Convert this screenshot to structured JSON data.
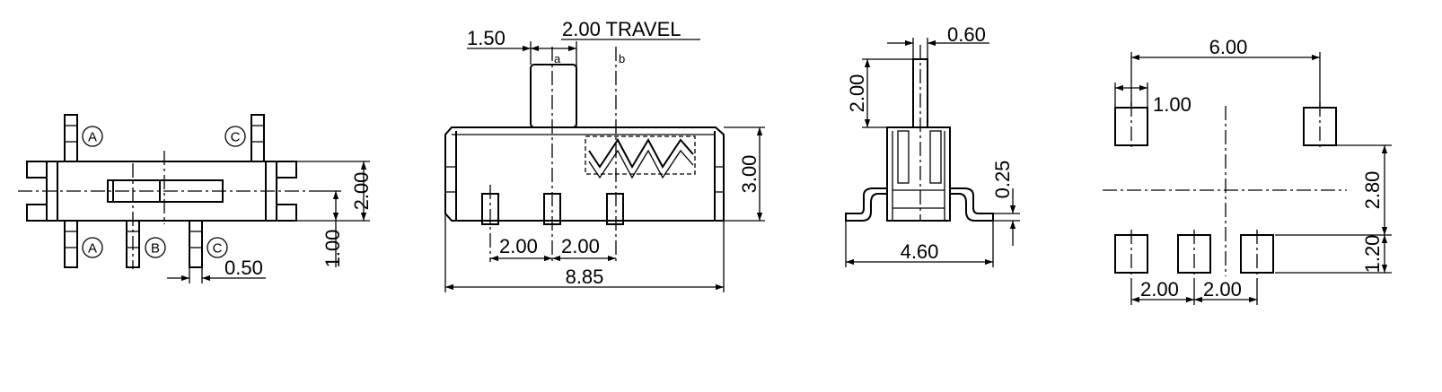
{
  "views": {
    "top": {
      "pin_labels": {
        "a_top": "A",
        "c_top": "C",
        "a_bottom": "A",
        "b_bottom": "B",
        "c_bottom": "C"
      },
      "dims": {
        "height": "2.00",
        "pin_offset": "1.00",
        "pin_width": "0.50"
      }
    },
    "front": {
      "dims": {
        "actuator": "1.50",
        "travel": "2.00 TRAVEL",
        "height": "3.00",
        "pitch_1": "2.00",
        "pitch_2": "2.00",
        "length": "8.85"
      },
      "positions": {
        "a": "a",
        "b": "b"
      }
    },
    "side": {
      "dims": {
        "actuator_width": "0.60",
        "actuator_height": "2.00",
        "lead": "0.25",
        "width": "4.60"
      }
    },
    "footprint": {
      "dims": {
        "span": "6.00",
        "pad_width": "1.00",
        "row_gap": "2.80",
        "pad_height": "1.20",
        "pitch_1": "2.00",
        "pitch_2": "2.00"
      }
    }
  }
}
